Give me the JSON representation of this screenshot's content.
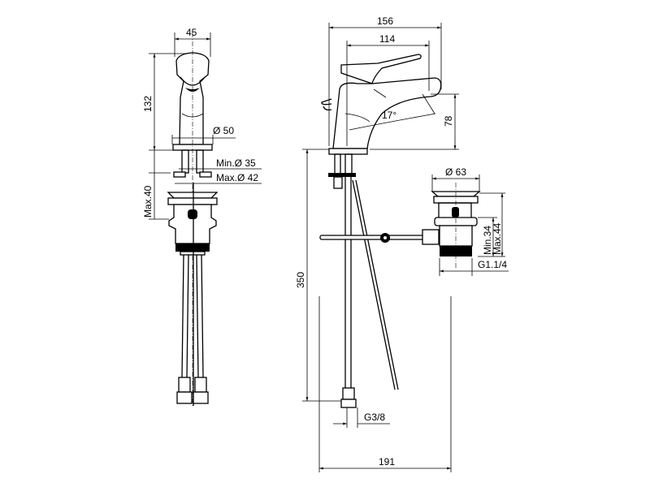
{
  "drawing": {
    "front_view": {
      "width_dim": "45",
      "height_dim": "132",
      "base_diameter": "Ø 50",
      "min_hole": "Min.Ø 35",
      "max_hole": "Max.Ø 42",
      "max_deck": "Max.40"
    },
    "side_view": {
      "overall_length": "156",
      "spout_reach": "114",
      "spout_height": "78",
      "handle_angle": "17°",
      "hose_length": "350",
      "hose_thread": "G3/8",
      "rod_length": "191"
    },
    "waste": {
      "diameter": "Ø 63",
      "min_height": "Min.34",
      "max_height": "Max.44",
      "thread": "G1.1/4"
    }
  }
}
